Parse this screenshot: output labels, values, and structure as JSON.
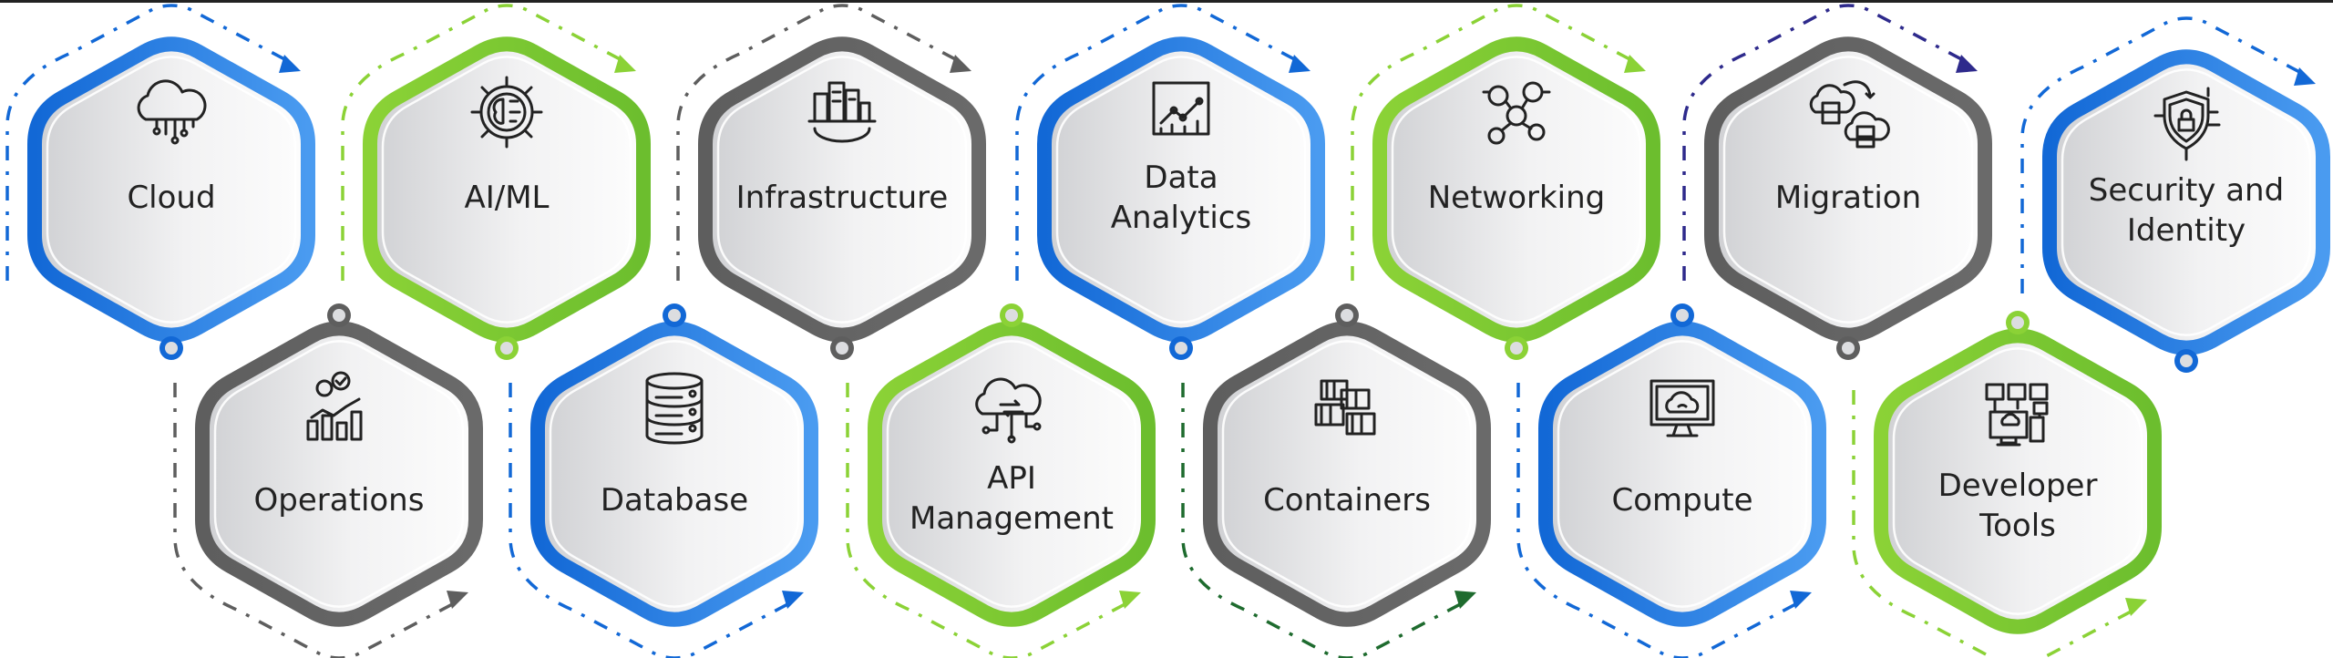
{
  "colors": {
    "blue": [
      "#1268d6",
      "#4a9bf0"
    ],
    "green": [
      "#8bd236",
      "#6cbe2e"
    ],
    "gray": [
      "#5e5e5e",
      "#6a6a6a"
    ],
    "navy": [
      "#2e2a8c",
      "#2e2a8c"
    ],
    "darkgreen": [
      "#1e6b2e",
      "#1e6b2e"
    ]
  },
  "top_row": [
    {
      "lines": [
        "Cloud"
      ],
      "color": "blue",
      "dash": "blue",
      "icon": "cloud-network-icon"
    },
    {
      "lines": [
        "AI/ML"
      ],
      "color": "green",
      "dash": "green",
      "icon": "brain-gear-icon"
    },
    {
      "lines": [
        "Infrastructure"
      ],
      "color": "gray",
      "dash": "gray",
      "icon": "buildings-icon"
    },
    {
      "lines": [
        "Data",
        "Analytics"
      ],
      "color": "blue",
      "dash": "blue",
      "icon": "analytics-chart-icon"
    },
    {
      "lines": [
        "Networking"
      ],
      "color": "green",
      "dash": "green",
      "icon": "network-people-icon"
    },
    {
      "lines": [
        "Migration"
      ],
      "color": "gray",
      "dash": "navy",
      "icon": "cloud-migration-icon"
    },
    {
      "lines": [
        "Security and",
        "Identity"
      ],
      "color": "blue",
      "dash": "blue",
      "icon": "shield-lock-icon"
    }
  ],
  "bottom_row": [
    {
      "lines": [
        "Operations"
      ],
      "color": "gray",
      "dash": "gray",
      "icon": "operations-chart-icon"
    },
    {
      "lines": [
        "Database"
      ],
      "color": "blue",
      "dash": "blue",
      "icon": "database-icon"
    },
    {
      "lines": [
        "API",
        "Management"
      ],
      "color": "green",
      "dash": "green",
      "icon": "api-cloud-icon"
    },
    {
      "lines": [
        "Containers"
      ],
      "color": "gray",
      "dash": "darkgreen",
      "icon": "containers-icon"
    },
    {
      "lines": [
        "Compute"
      ],
      "color": "blue",
      "dash": "blue",
      "icon": "monitor-cloud-icon"
    },
    {
      "lines": [
        "Developer",
        "Tools"
      ],
      "color": "green",
      "dash": "green",
      "icon": "developer-tools-icon"
    }
  ]
}
